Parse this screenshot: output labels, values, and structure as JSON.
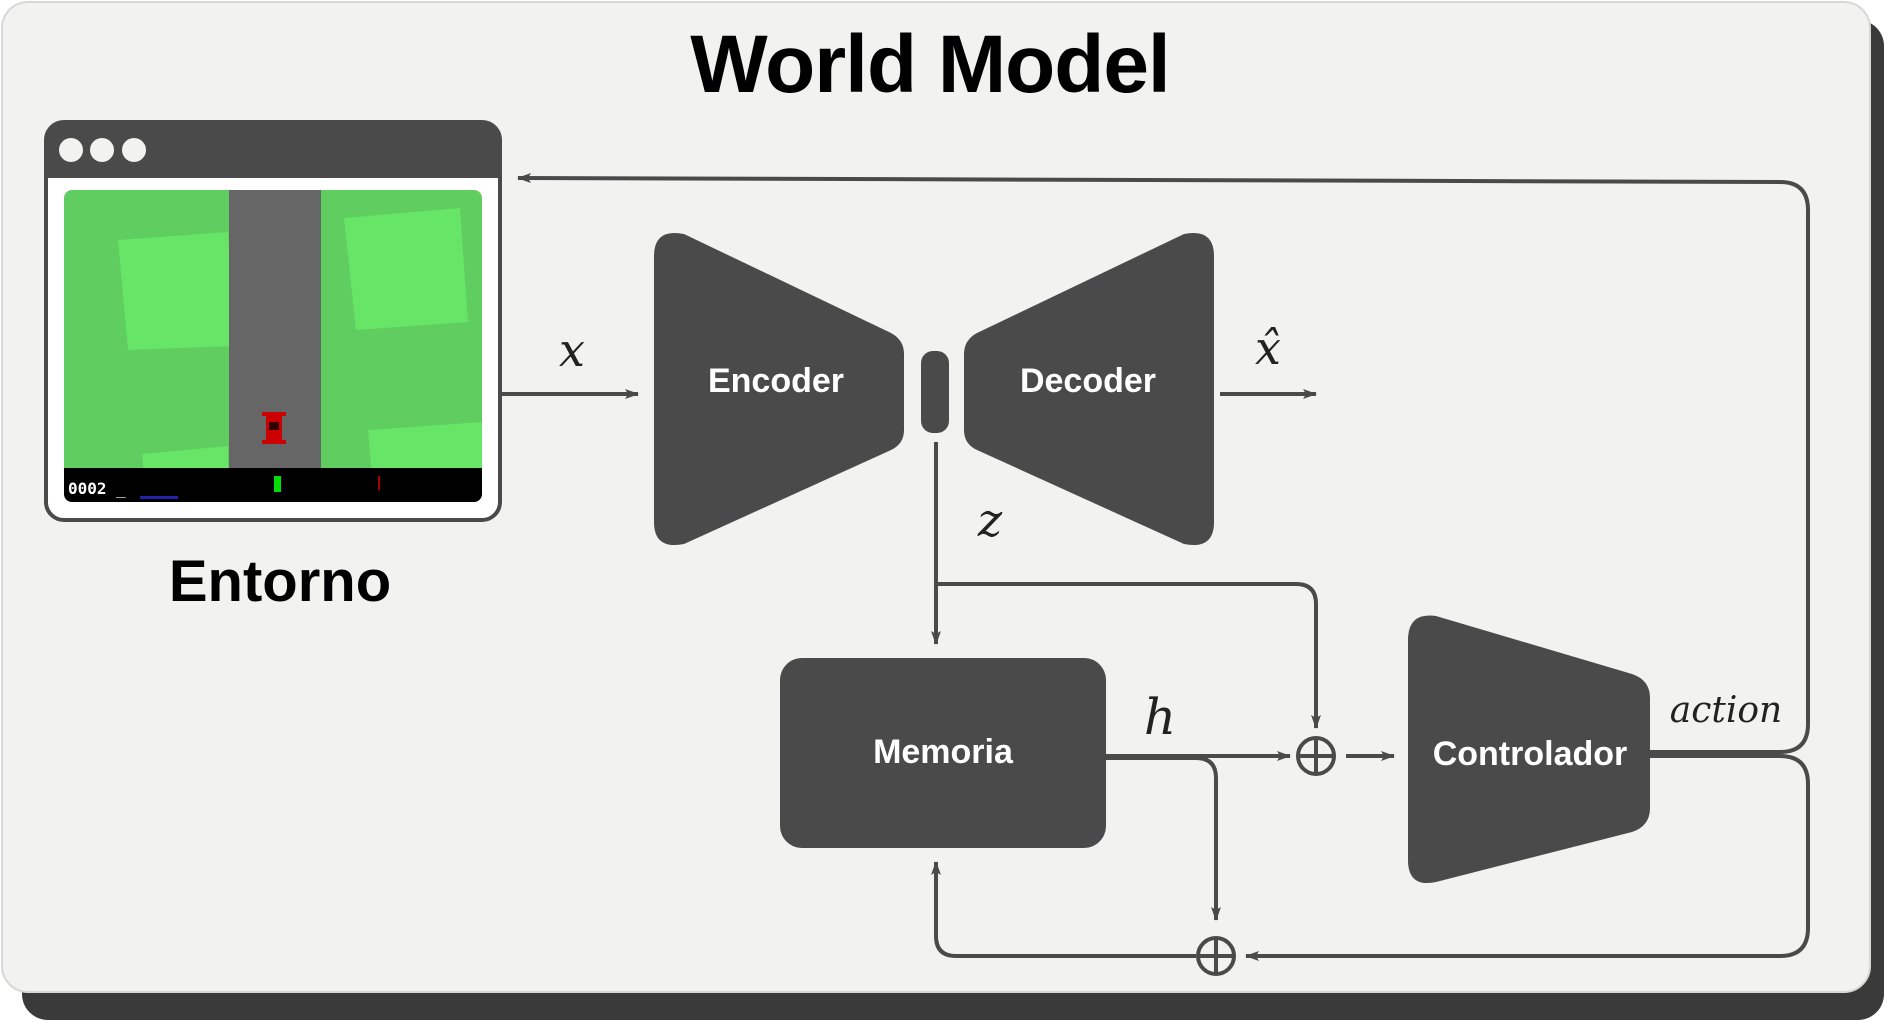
{
  "title": "World Model",
  "environment": {
    "label": "Entorno",
    "score": "0002",
    "score_suffix": "_"
  },
  "blocks": {
    "encoder": "Encoder",
    "decoder": "Decoder",
    "memory": "Memoria",
    "controller": "Controlador"
  },
  "symbols": {
    "input": "x",
    "reconstruction": "x̂",
    "latent": "z",
    "hidden": "h",
    "action": "action",
    "combine": "⊕"
  },
  "colors": {
    "panel": "#f2f2f0",
    "block": "#4a4a4a",
    "line": "#4a4a4a",
    "grass": "#5fcd5f",
    "grass_light": "#66e566",
    "road": "#666666",
    "car": "#cc0000",
    "hud_bar": "#00dd00"
  }
}
